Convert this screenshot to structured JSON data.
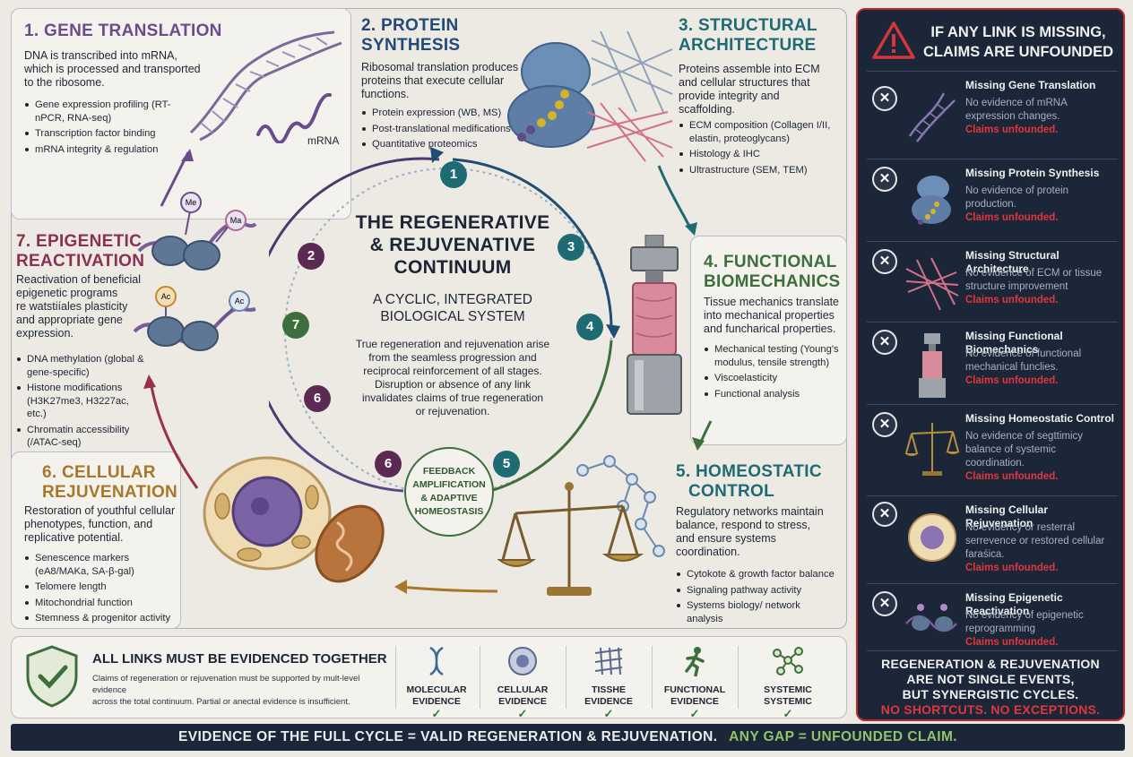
{
  "center": {
    "title_line1": "THE REGENERATIVE",
    "title_line2": "& REJUVENATIVE",
    "title_line3": "CONTINUUM",
    "subtitle_line1": "A CYCLIC, INTEGRATED",
    "subtitle_line2": "BIOLOGICAL SYSTEM",
    "desc_line1": "True regeneration and rejuvenation arise",
    "desc_line2": "from the seamless progression and",
    "desc_line3": "reciprocal reinforcement of all stages.",
    "desc_line4": "Disruption or absence of any link",
    "desc_line5": "invalidates claims of true regeneration",
    "desc_line6": "or rejuvenation.",
    "feedback_line1": "FEEDBACK",
    "feedback_line2": "AMPLIFICATION",
    "feedback_line3": "& ADAPTIVE",
    "feedback_line4": "HOMEOSTASIS"
  },
  "cycle_numbers": {
    "n1": "1",
    "n2": "2",
    "n3": "3",
    "n4": "4",
    "n5": "5",
    "n6a": "6",
    "n6b": "6",
    "n7": "7"
  },
  "stage1": {
    "title": "1. GENE TRANSLATION",
    "desc_line1": "DNA is transcribed into mRNA,",
    "desc_line2": "which is processed and transported",
    "desc_line3": "to the ribosome.",
    "bullets": [
      "Gene expression profiling (RT-nPCR, RNA-seq)",
      "Transcription factor binding",
      "mRNA integrity & regulation"
    ],
    "mrna_label": "mRNA",
    "color": "#6a4b8c"
  },
  "stage2": {
    "title": "2. PROTEIN SYNTHESIS",
    "desc_line1": "Ribosomal translation produces",
    "desc_line2": "proteins that execute cellular",
    "desc_line3": "functions.",
    "bullets": [
      "Protein expression (WB, MS)",
      "Post-translational medifications",
      "Quantitative proteomics"
    ],
    "color": "#214a7a"
  },
  "stage3": {
    "title_line1": "3. STRUCTURAL",
    "title_line2": "ARCHITECTURE",
    "desc_line1": "Proteins assemble into ECM",
    "desc_line2": "and cellular structures that",
    "desc_line3": "provide integrity and",
    "desc_line4": "scaffolding.",
    "bullets": [
      "ECM composition (Collagen I/II, elastin, proteoglycans)",
      "Histology & IHC",
      "Ultrastructure (SEM, TEM)"
    ],
    "color": "#1f6b73"
  },
  "stage4": {
    "title_line1": "4. FUNCTIONAL",
    "title_line2": "BIOMECHANICS",
    "desc_line1": "Tissue mechanics translate",
    "desc_line2": "into mechanical properties",
    "desc_line3": "and funcharical properties.",
    "bullets": [
      "Mechanical testing (Young's modulus, tensile strength)",
      "Viscoelasticity",
      "Functional analysis"
    ],
    "color": "#3d6f3c"
  },
  "stage5": {
    "title_line1": "5. HOMEOSTATIC",
    "title_line2": "CONTROL",
    "desc_line1": "Regulatory networks maintain",
    "desc_line2": "balance, respond to stress,",
    "desc_line3": "and ensure systems",
    "desc_line4": "coordination.",
    "bullets": [
      "Cytokote & growth factor balance",
      "Signaling pathway activity",
      "Systems biology/ network analysis"
    ],
    "color": "#1f6b73"
  },
  "stage6": {
    "title_line1": "6. CELLULAR",
    "title_line2": "REJUVENATION",
    "desc_line1": "Restoration of youthful cellular",
    "desc_line2": "phenotypes, function, and",
    "desc_line3": "replicative potential.",
    "bullets": [
      "Senescence markers (eA8/MAKa, SA-β-gal)",
      "Telomere length",
      "Mitochondrial function",
      "Stemness & progenitor activity"
    ],
    "color": "#a8772a"
  },
  "stage7": {
    "title_line1": "7. EPIGENETIC",
    "title_line2": "REACTIVATION",
    "desc_line1": "Reactivation of beneficial",
    "desc_line2": "epigenetic programs",
    "desc_line3": "re watstiíales plasticity",
    "desc_line4": "and appropriate gene",
    "desc_line5": "expression.",
    "bullets": [
      "DNA methylation (global & gene-specific)",
      "Histone modifications (H3K27me3, H3227ac, etc.)",
      "Chromatin accessibility (/ATAC-seq)"
    ],
    "histone_tags": [
      "Me",
      "Ma",
      "Ac",
      "Ac"
    ],
    "color": "#8a3050"
  },
  "right_panel": {
    "header_line1": "IF ANY LINK IS MISSING,",
    "header_line2": "CLAIMS ARE UNFOUNDED",
    "items": [
      {
        "name": "Missing Gene Translation",
        "desc": "No evidence of mRNA expression changes.",
        "claim": "Claims unfounded."
      },
      {
        "name": "Missing Protein Synthesis",
        "desc": "No evidence of protein production.",
        "claim": "Claims unfounded."
      },
      {
        "name": "Missing Structural Architecture",
        "desc": "No evidence of ECM or tissue structure improvement",
        "claim": "Claims unfounded."
      },
      {
        "name": "Missing Functional Biomechanics",
        "desc": "No evidence of functional mechanical funclies.",
        "claim": "Claims unfounded."
      },
      {
        "name": "Missing Homeostatic Control",
        "desc": "No evidence of segttimicy balance of systemic coordination.",
        "claim": "Claims unfounded."
      },
      {
        "name": "Missing Cellular Rejuvenation",
        "desc": "No evidency or resterral serrevence or restored cellular faraśica.",
        "claim": "Claims unfounded."
      },
      {
        "name": "Missing Epigenetic Reactivation",
        "desc": "No evidency of epigenetic reprogramming",
        "claim": "Claims unfounded."
      }
    ],
    "footer_line1": "REGENERATION & REJUVENATION",
    "footer_line2": "ARE NOT SINGLE EVENTS,",
    "footer_line3": "BUT SYNERGISTIC CYCLES.",
    "footer_line4": "NO SHORTCUTS. NO EXCEPTIONS.",
    "alert_color": "#c0262c"
  },
  "evidence_bar": {
    "title": "ALL LINKS MUST BE EVIDENCED TOGETHER",
    "desc_line1": "Claims of regeneration or rejuvenation must be supported by mult-level evidence",
    "desc_line2": "across the total continuum. Partial or anectal evidence is insufficient.",
    "columns": [
      {
        "line1": "MOLECULAR",
        "line2": "EVIDENCE"
      },
      {
        "line1": "CELLULAR",
        "line2": "EVIDENCE"
      },
      {
        "line1": "TISSHE",
        "line2": "EVIDENCE"
      },
      {
        "line1": "FUNCTIONAL",
        "line2": "EVIDENCE"
      },
      {
        "line1": "SYSTEMIC",
        "line2": "SYSTEMIC"
      }
    ],
    "check": "✓"
  },
  "footer": {
    "main": "EVIDENCE OF THE FULL CYCLE = VALID REGENERATION & REJUVENATION.",
    "accent": "ANY GAP = UNFOUNDED CLAIM."
  }
}
